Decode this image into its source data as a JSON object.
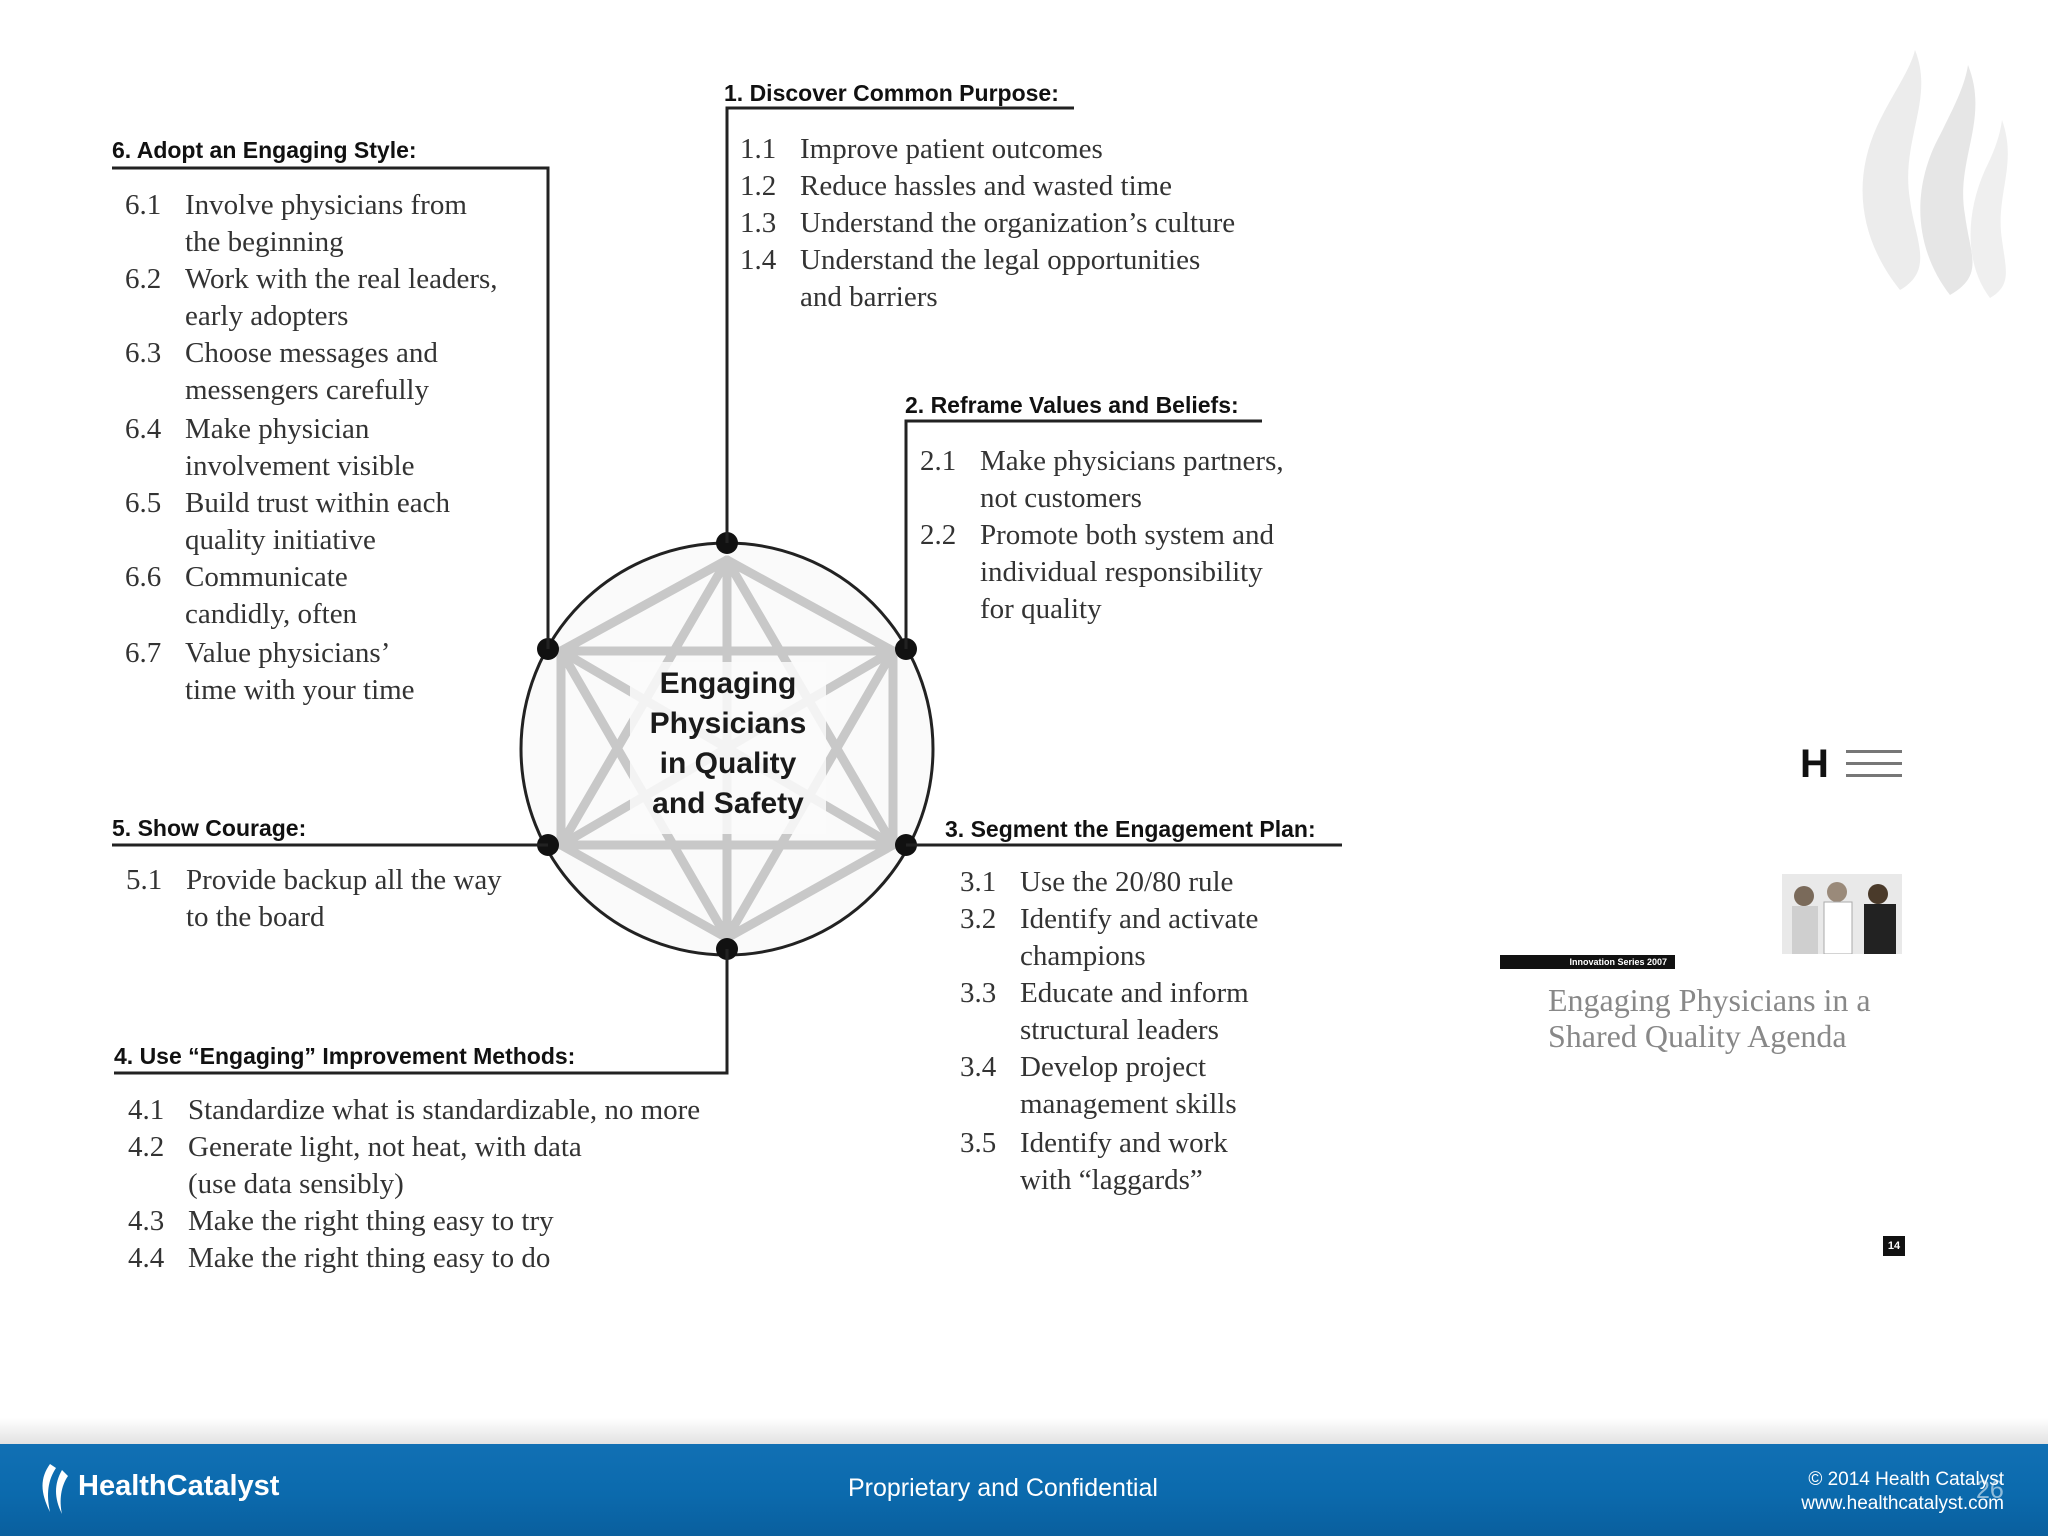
{
  "center": {
    "lines": [
      "Engaging",
      "Physicians",
      "in Quality",
      "and Safety"
    ]
  },
  "sections": [
    {
      "id": "s1",
      "heading": "1. Discover Common Purpose:",
      "items": [
        {
          "num": "1.1",
          "lines": [
            "Improve patient outcomes"
          ]
        },
        {
          "num": "1.2",
          "lines": [
            "Reduce hassles and wasted time"
          ]
        },
        {
          "num": "1.3",
          "lines": [
            "Understand the organization’s culture"
          ]
        },
        {
          "num": "1.4",
          "lines": [
            "Understand the legal opportunities",
            "and barriers"
          ]
        }
      ]
    },
    {
      "id": "s2",
      "heading": "2. Reframe Values and Beliefs:",
      "items": [
        {
          "num": "2.1",
          "lines": [
            "Make physicians partners,",
            "not customers"
          ]
        },
        {
          "num": "2.2",
          "lines": [
            "Promote both system and",
            "individual responsibility",
            "for quality"
          ]
        }
      ]
    },
    {
      "id": "s3",
      "heading": "3. Segment the Engagement Plan:",
      "items": [
        {
          "num": "3.1",
          "lines": [
            "Use the 20/80 rule"
          ]
        },
        {
          "num": "3.2",
          "lines": [
            "Identify and activate",
            "champions"
          ]
        },
        {
          "num": "3.3",
          "lines": [
            "Educate and inform",
            "structural leaders"
          ]
        },
        {
          "num": "3.4",
          "lines": [
            "Develop project",
            "management skills"
          ]
        },
        {
          "num": "3.5",
          "lines": [
            "Identify and work",
            "with “laggards”"
          ]
        }
      ]
    },
    {
      "id": "s4",
      "heading": "4. Use “Engaging” Improvement Methods:",
      "items": [
        {
          "num": "4.1",
          "lines": [
            "Standardize what is standardizable, no more"
          ]
        },
        {
          "num": "4.2",
          "lines": [
            "Generate light, not heat, with data",
            "(use data sensibly)"
          ]
        },
        {
          "num": "4.3",
          "lines": [
            "Make the right thing easy to try"
          ]
        },
        {
          "num": "4.4",
          "lines": [
            "Make the right thing easy to do"
          ]
        }
      ]
    },
    {
      "id": "s5",
      "heading": "5. Show Courage:",
      "items": [
        {
          "num": "5.1",
          "lines": [
            "Provide backup all the way",
            "to the board"
          ]
        }
      ]
    },
    {
      "id": "s6",
      "heading": "6. Adopt an Engaging Style:",
      "items": [
        {
          "num": "6.1",
          "lines": [
            "Involve physicians from",
            "the beginning"
          ]
        },
        {
          "num": "6.2",
          "lines": [
            "Work with the real leaders,",
            "early adopters"
          ]
        },
        {
          "num": "6.3",
          "lines": [
            "Choose messages and",
            "messengers carefully"
          ]
        },
        {
          "num": "6.4",
          "lines": [
            "Make physician",
            "involvement visible"
          ]
        },
        {
          "num": "6.5",
          "lines": [
            "Build trust within each",
            "quality initiative"
          ]
        },
        {
          "num": "6.6",
          "lines": [
            "Communicate",
            "candidly, often"
          ]
        },
        {
          "num": "6.7",
          "lines": [
            "Value physicians’",
            "time with your time"
          ]
        }
      ]
    }
  ],
  "report": {
    "series_label": "Innovation Series 2007",
    "title_lines": [
      "Engaging Physicians in a",
      "Shared Quality Agenda"
    ],
    "page_number": "14"
  },
  "footer": {
    "logo_text": "HealthCatalyst",
    "center_text": "Proprietary and Confidential",
    "copyright": "© 2014 Health Catalyst",
    "website": "www.healthcatalyst.com",
    "slide_number": "26"
  },
  "colors": {
    "footer_blue": "#0b6aad",
    "diagram_line": "#111111",
    "arrow_gray": "#c8c8c8",
    "report_title_gray": "#888888"
  },
  "icons": [
    "flame-logo-icon",
    "ihi-logo-icon",
    "health-catalyst-logo-icon"
  ]
}
